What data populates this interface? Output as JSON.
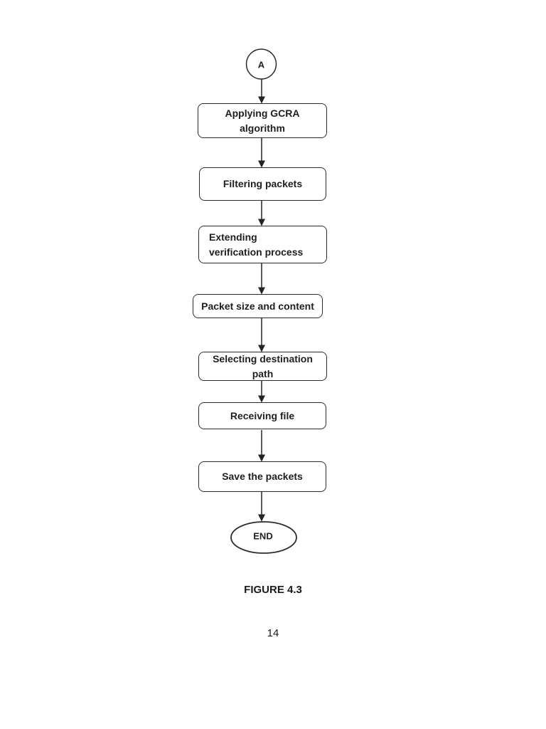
{
  "page": {
    "figure_caption": "FIGURE 4.3",
    "page_number": "14"
  },
  "flowchart": {
    "connector_label": "A",
    "end_label": "END",
    "steps": [
      {
        "label": "Applying GCRA algorithm"
      },
      {
        "label": "Filtering packets"
      },
      {
        "label": "Extending verification process"
      },
      {
        "label": "Packet size and content"
      },
      {
        "label": "Selecting destination path"
      },
      {
        "label": "Receiving file"
      },
      {
        "label": "Save the packets"
      }
    ]
  }
}
